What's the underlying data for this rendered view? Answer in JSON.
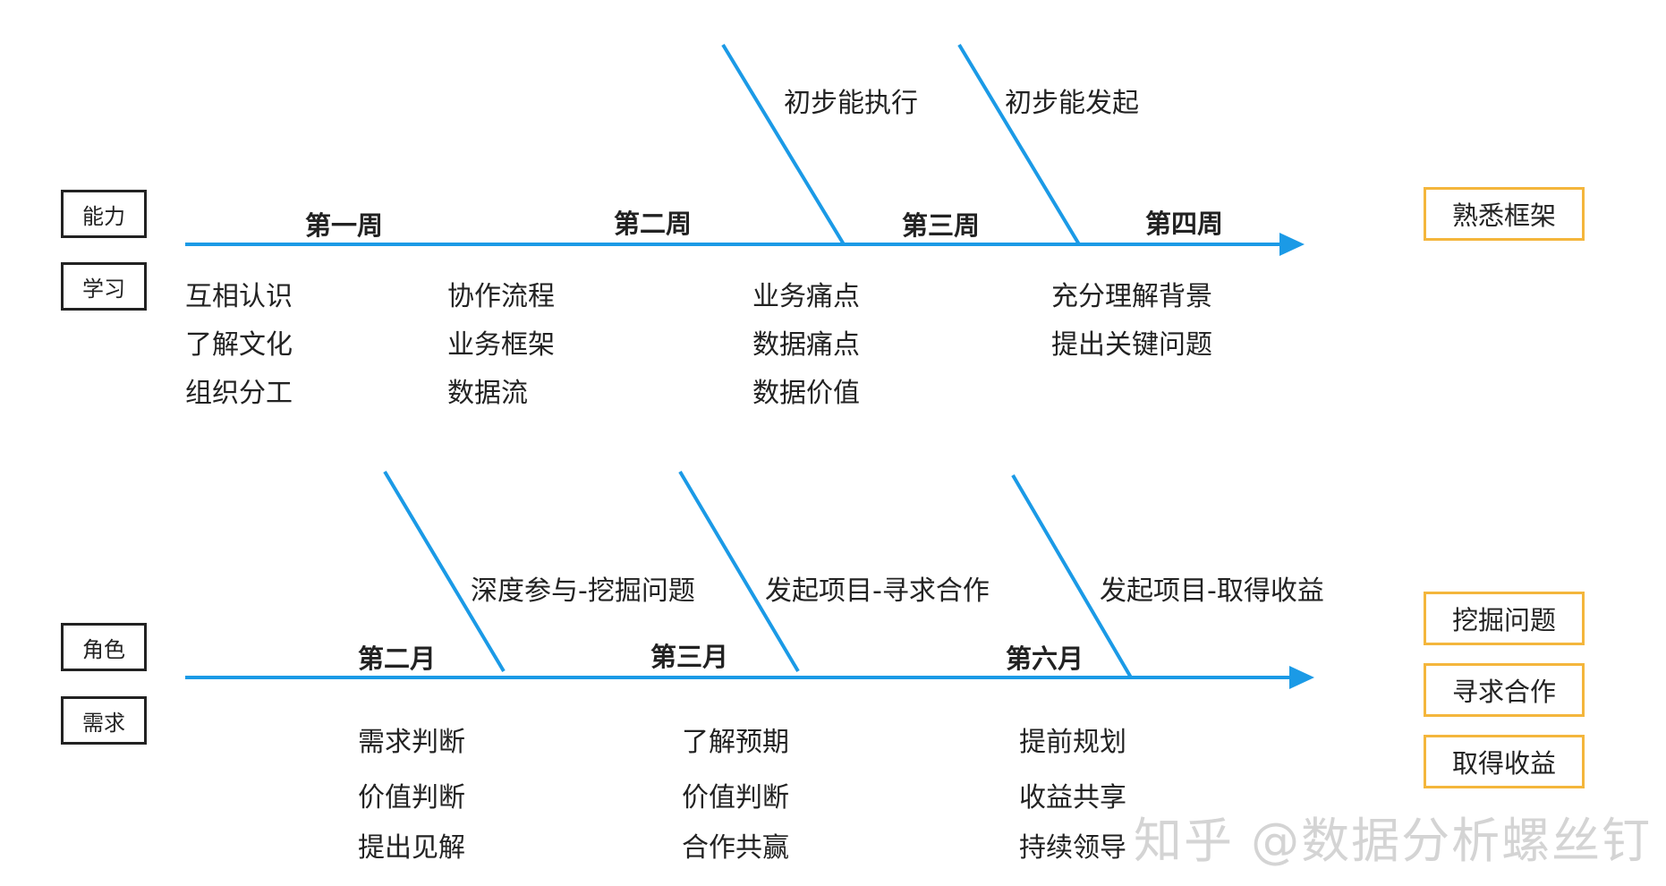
{
  "colors": {
    "line": "#1B9AE6",
    "box_left_border": "#222222",
    "box_right_border": "#F4B63C",
    "text": "#222222",
    "watermark": "#d4d4d4"
  },
  "top": {
    "left_labels": [
      "能力",
      "学习"
    ],
    "periods": [
      "第一周",
      "第二周",
      "第三周",
      "第四周"
    ],
    "branches": [
      "初步能执行",
      "初步能发起"
    ],
    "columns": [
      [
        "互相认识",
        "了解文化",
        "组织分工"
      ],
      [
        "协作流程",
        "业务框架",
        "数据流"
      ],
      [
        "业务痛点",
        "数据痛点",
        "数据价值"
      ],
      [
        "充分理解背景",
        "提出关键问题"
      ]
    ],
    "outcomes": [
      "熟悉框架"
    ]
  },
  "bottom": {
    "left_labels": [
      "角色",
      "需求"
    ],
    "periods": [
      "第二月",
      "第三月",
      "第六月"
    ],
    "branches": [
      "深度参与-挖掘问题",
      "发起项目-寻求合作",
      "发起项目-取得收益"
    ],
    "columns": [
      [
        "需求判断",
        "价值判断",
        "提出见解"
      ],
      [
        "了解预期",
        "价值判断",
        "合作共赢"
      ],
      [
        "提前规划",
        "收益共享",
        "持续领导"
      ]
    ],
    "outcomes": [
      "挖掘问题",
      "寻求合作",
      "取得收益"
    ]
  },
  "watermark": "知乎 @数据分析螺丝钉"
}
